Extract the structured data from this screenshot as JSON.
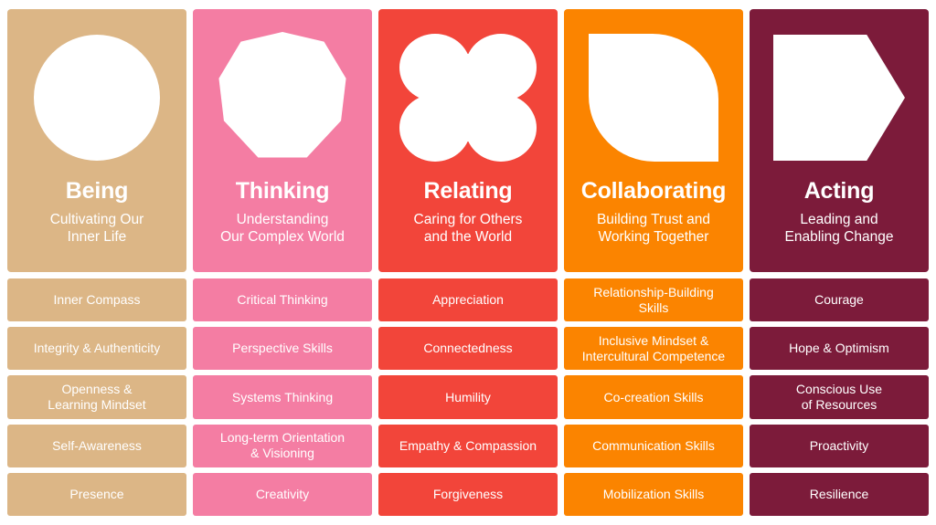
{
  "columns": [
    {
      "id": "being",
      "title": "Being",
      "subtitle": "Cultivating Our\nInner Life",
      "color": "#DCB686",
      "shape": "circle",
      "shape_name": "circle-icon",
      "items": [
        "Inner Compass",
        "Integrity & Authenticity",
        "Openness &\nLearning Mindset",
        "Self-Awareness",
        "Presence"
      ]
    },
    {
      "id": "thinking",
      "title": "Thinking",
      "subtitle": "Understanding\nOur Complex World",
      "color": "#F47DA3",
      "shape": "polygon",
      "shape_name": "nonagon-icon",
      "items": [
        "Critical Thinking",
        "Perspective Skills",
        "Systems Thinking",
        "Long-term Orientation\n& Visioning",
        "Creativity"
      ]
    },
    {
      "id": "relating",
      "title": "Relating",
      "subtitle": "Caring for Others\nand the World",
      "color": "#F2453A",
      "shape": "clover",
      "shape_name": "four-petal-clover-icon",
      "items": [
        "Appreciation",
        "Connectedness",
        "Humility",
        "Empathy & Compassion",
        "Forgiveness"
      ]
    },
    {
      "id": "collaborating",
      "title": "Collaborating",
      "subtitle": "Building Trust and\nWorking Together",
      "color": "#FB8400",
      "shape": "leaf",
      "shape_name": "leaf-icon",
      "items": [
        "Relationship-Building\nSkills",
        "Inclusive Mindset &\nIntercultural Competence",
        "Co-creation Skills",
        "Communication Skills",
        "Mobilization Skills"
      ]
    },
    {
      "id": "acting",
      "title": "Acting",
      "subtitle": "Leading and\nEnabling Change",
      "color": "#7C1B3A",
      "shape": "arrow",
      "shape_name": "right-pentagon-arrow-icon",
      "items": [
        "Courage",
        "Hope & Optimism",
        "Conscious Use\nof Resources",
        "Proactivity",
        "Resilience"
      ]
    }
  ],
  "text_color": "#FFFFFF",
  "background": "#FFFFFF"
}
